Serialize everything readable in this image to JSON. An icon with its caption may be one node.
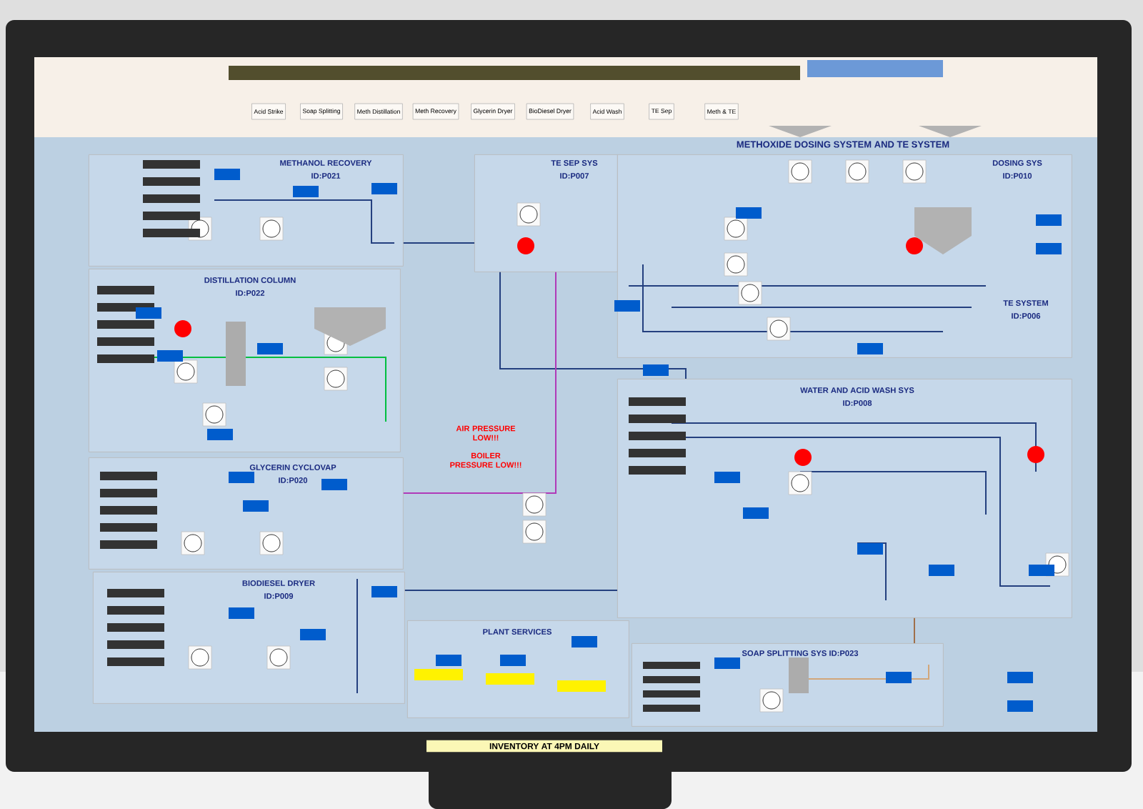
{
  "diagram": {
    "title": "METHOXIDE DOSING SYSTEM AND TE SYSTEM",
    "nodes": [
      {
        "text": [
          "METHANOL RECOVERY",
          "ID:P021"
        ]
      },
      {
        "text": [
          "DISTILLATION COLUMN",
          "ID:P022"
        ]
      },
      {
        "text": [
          "GLYCERIN CYCLOVAP",
          "ID:P020"
        ]
      },
      {
        "text": [
          "BIODIESEL DRYER",
          "ID:P009"
        ]
      },
      {
        "text": [
          "TE SEP SYS",
          "ID:P007"
        ]
      },
      {
        "text": [
          "DOSING SYS",
          "ID:P010",
          "TE SYSTEM",
          "ID:P006"
        ]
      },
      {
        "text": [
          "WATER AND ACID WASH SYS",
          "ID:P008"
        ]
      },
      {
        "text": [
          "PLANT SERVICES"
        ]
      },
      {
        "text": [
          "SOAP SPLITTING SYS ID:P023"
        ]
      }
    ],
    "edges": [
      {
        "from": 0,
        "to": 4,
        "arrow": "none"
      },
      {
        "from": 4,
        "to": 6,
        "arrow": "none"
      },
      {
        "from": 4,
        "to": 2,
        "arrow": "none",
        "color": "#b03ab8"
      },
      {
        "from": 3,
        "to": 6,
        "arrow": "none"
      },
      {
        "from": 6,
        "to": 8,
        "arrow": "none",
        "color": "#a0704a"
      }
    ],
    "labels": [
      "Meth & TE",
      "TE Sep",
      "Acid Wash",
      "BioDiesel Dryer",
      "Glycerin Dryer",
      "Meth Recovery",
      "Meth Distillation",
      "Soap Splitting",
      "Acid Strike",
      "AIR PRESSURE LOW!!!",
      "BOILER PRESSURE LOW!!!",
      "INVENTORY AT 4PM DAILY"
    ]
  }
}
